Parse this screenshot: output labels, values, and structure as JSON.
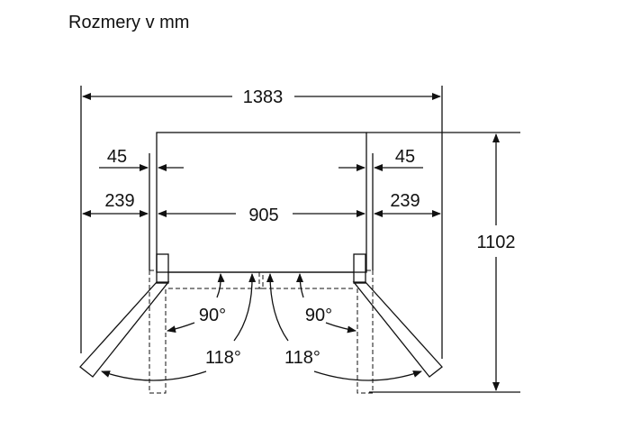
{
  "title": "Rozmery v mm",
  "dimensions": {
    "total_width": "1383",
    "left_hinge_offset": "45",
    "right_hinge_offset": "45",
    "left_door_clearance": "239",
    "right_door_clearance": "239",
    "body_width": "905",
    "depth": "1102"
  },
  "angles": {
    "left_90": "90°",
    "right_90": "90°",
    "left_118": "118°",
    "right_118": "118°"
  }
}
